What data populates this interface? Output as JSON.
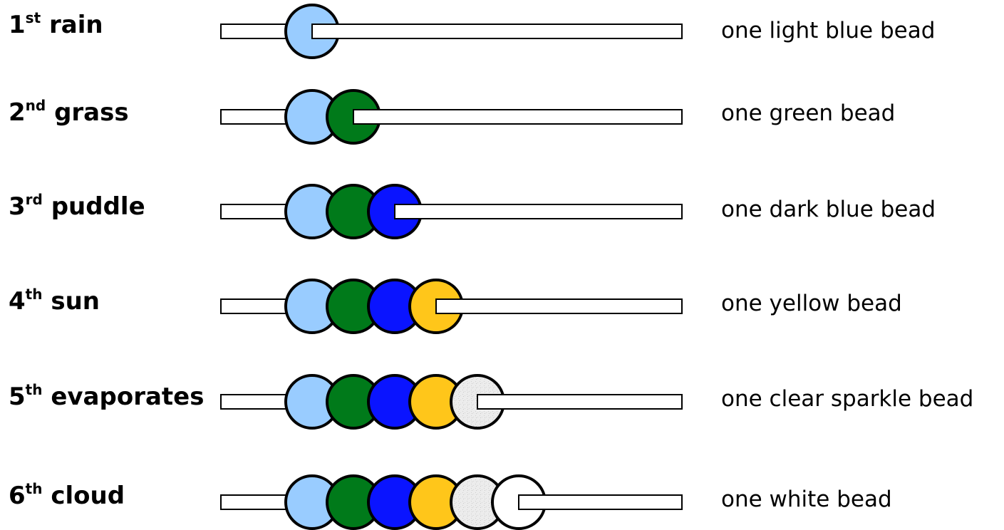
{
  "rows": [
    {
      "ordinal_num": "1",
      "ordinal_suffix": "st",
      "word": "rain",
      "description": "one light blue bead"
    },
    {
      "ordinal_num": "2",
      "ordinal_suffix": "nd",
      "word": "grass",
      "description": "one green bead"
    },
    {
      "ordinal_num": "3",
      "ordinal_suffix": "rd",
      "word": "puddle",
      "description": "one dark blue bead"
    },
    {
      "ordinal_num": "4",
      "ordinal_suffix": "th",
      "word": "sun",
      "description": "one yellow bead"
    },
    {
      "ordinal_num": "5",
      "ordinal_suffix": "th",
      "word": "evaporates",
      "description": "one clear sparkle bead"
    },
    {
      "ordinal_num": "6",
      "ordinal_suffix": "th",
      "word": "cloud",
      "description": "one white bead"
    }
  ],
  "beads": [
    {
      "name": "light-blue",
      "color": "#99ccff"
    },
    {
      "name": "green",
      "color": "#007a1a"
    },
    {
      "name": "dark-blue",
      "color": "#0a14ff"
    },
    {
      "name": "yellow",
      "color": "#ffc61a"
    },
    {
      "name": "clear-sparkle",
      "color": "#ececec"
    },
    {
      "name": "white",
      "color": "#ffffff"
    }
  ]
}
